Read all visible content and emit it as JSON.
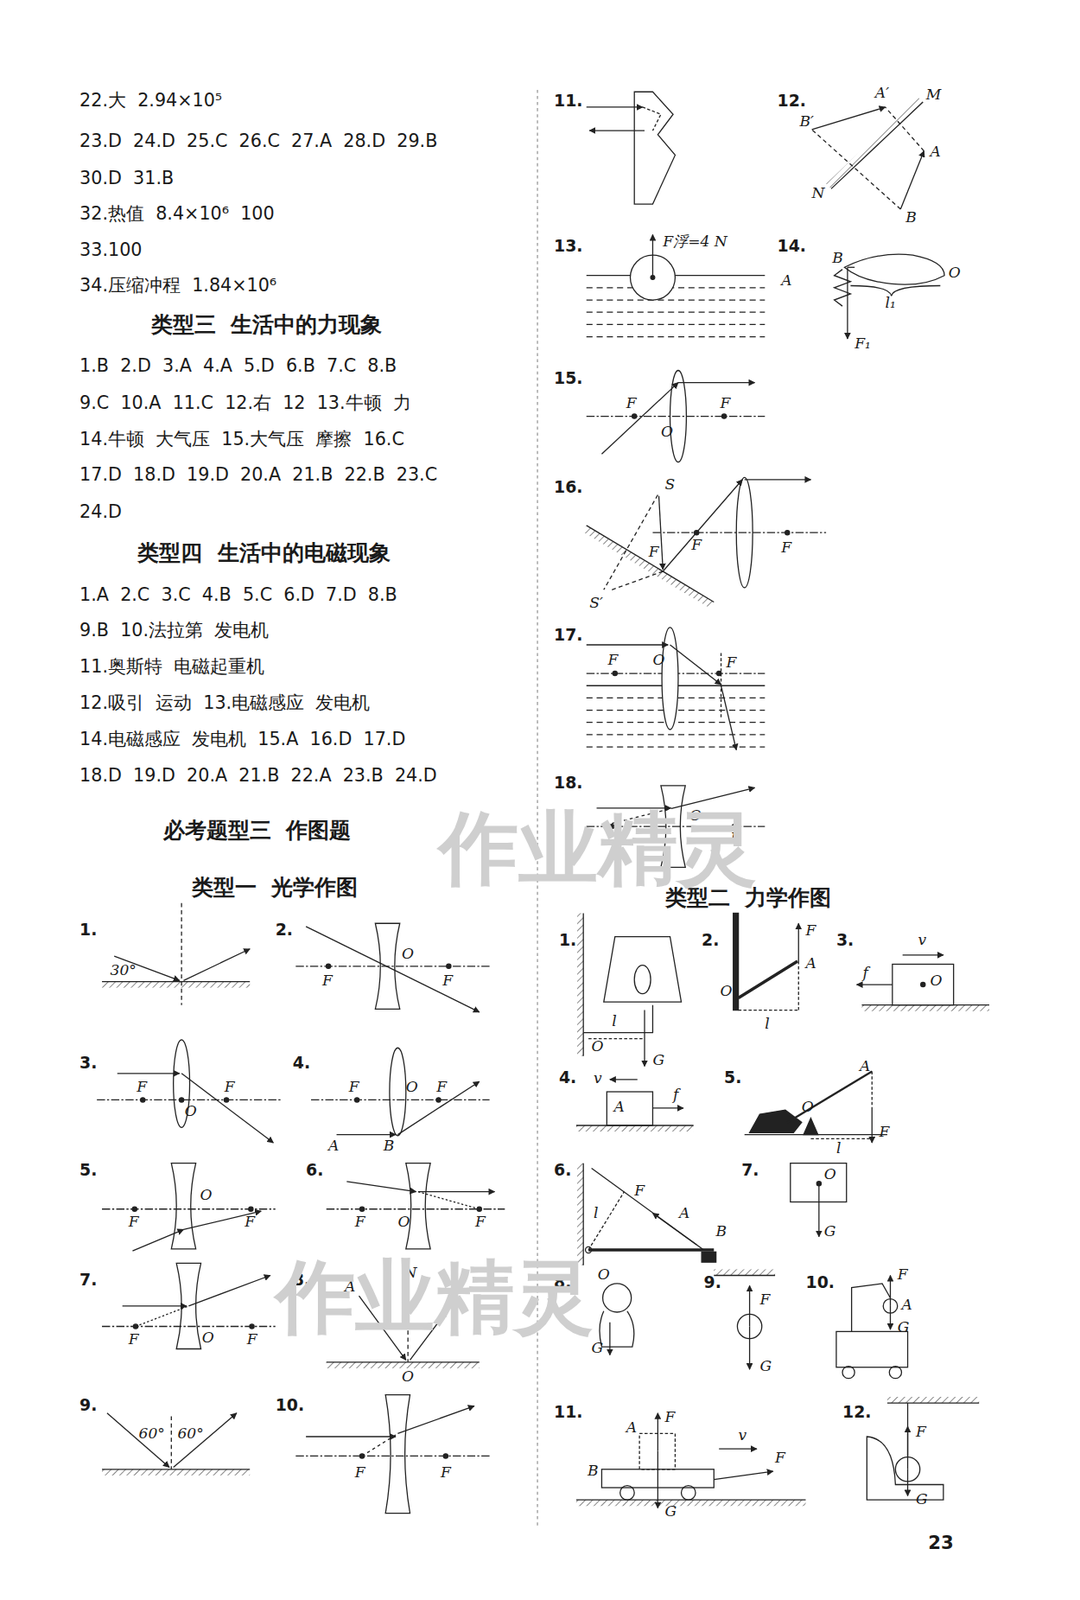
{
  "diagram": {
    "labels": [
      "22.大  2.94×10⁵",
      "23.D  24.D  25.C  26.C  27.A  28.D  29.B",
      "30.D  31.B",
      "32.热值  8.4×10⁶  100",
      "33.100",
      "34.压缩冲程  1.84×10⁶",
      "类型三  生活中的力现象",
      "1.B  2.D  3.A  4.A  5.D  6.B  7.C  8.B",
      "9.C  10.A  11.C  12.右  12  13.牛顿  力",
      "14.牛顿  大气压  15.大气压  摩擦  16.C",
      "17.D  18.D  19.D  20.A  21.B  22.B  23.C",
      "24.D",
      "类型四  生活中的电磁现象",
      "1.A  2.C  3.C  4.B  5.C  6.D  7.D  8.B",
      "9.B  10.法拉第  发电机",
      "11.奥斯特  电磁起重机",
      "12.吸引  运动  13.电磁感应  发电机",
      "14.电磁感应  发电机  15.A  16.D  17.D",
      "18.D  19.D  20.A  21.B  22.A  23.B  24.D",
      "必考题型三  作图题",
      "类型一  光学作图",
      "类型二  力学作图",
      "11.",
      "12.",
      "A′",
      "M",
      "B′",
      "A",
      "N",
      "B",
      "13.",
      "F浮=4 N",
      "14.",
      "B",
      "O",
      "A",
      "l₁",
      "F₁",
      "15.",
      "F",
      "O",
      "F",
      "16.",
      "S",
      "F",
      "F",
      "F",
      "S′",
      "17.",
      "F",
      "O",
      "F",
      "18.",
      "O",
      "F",
      "1.",
      "30°",
      "2.",
      "O",
      "F",
      "F",
      "3.",
      "F",
      "O",
      "F",
      "4.",
      "F",
      "O",
      "F",
      "A",
      "B",
      "5.",
      "O",
      "F",
      "F",
      "6.",
      "F",
      "O",
      "F",
      "7.",
      "O",
      "F",
      "F",
      "8.",
      "N",
      "A",
      "O",
      "9.",
      "60°",
      "60°",
      "10.",
      "F",
      "F",
      "1.",
      "O",
      "l",
      "G",
      "2.",
      "F",
      "A",
      "O",
      "l",
      "3.",
      "v",
      "f",
      "O",
      "4.",
      "v",
      "A",
      "f",
      "5.",
      "A",
      "O",
      "l",
      "F",
      "6.",
      "l",
      "F",
      "A",
      "B",
      "O",
      "7.",
      "O",
      "G",
      "8.",
      "G",
      "9.",
      "F",
      "G",
      "10.",
      "F",
      "A",
      "G",
      "11.",
      "A",
      "F",
      "v",
      "F",
      "B",
      "G",
      "12.",
      "F",
      "G",
      "23",
      "作业精灵",
      "作业精灵"
    ]
  }
}
